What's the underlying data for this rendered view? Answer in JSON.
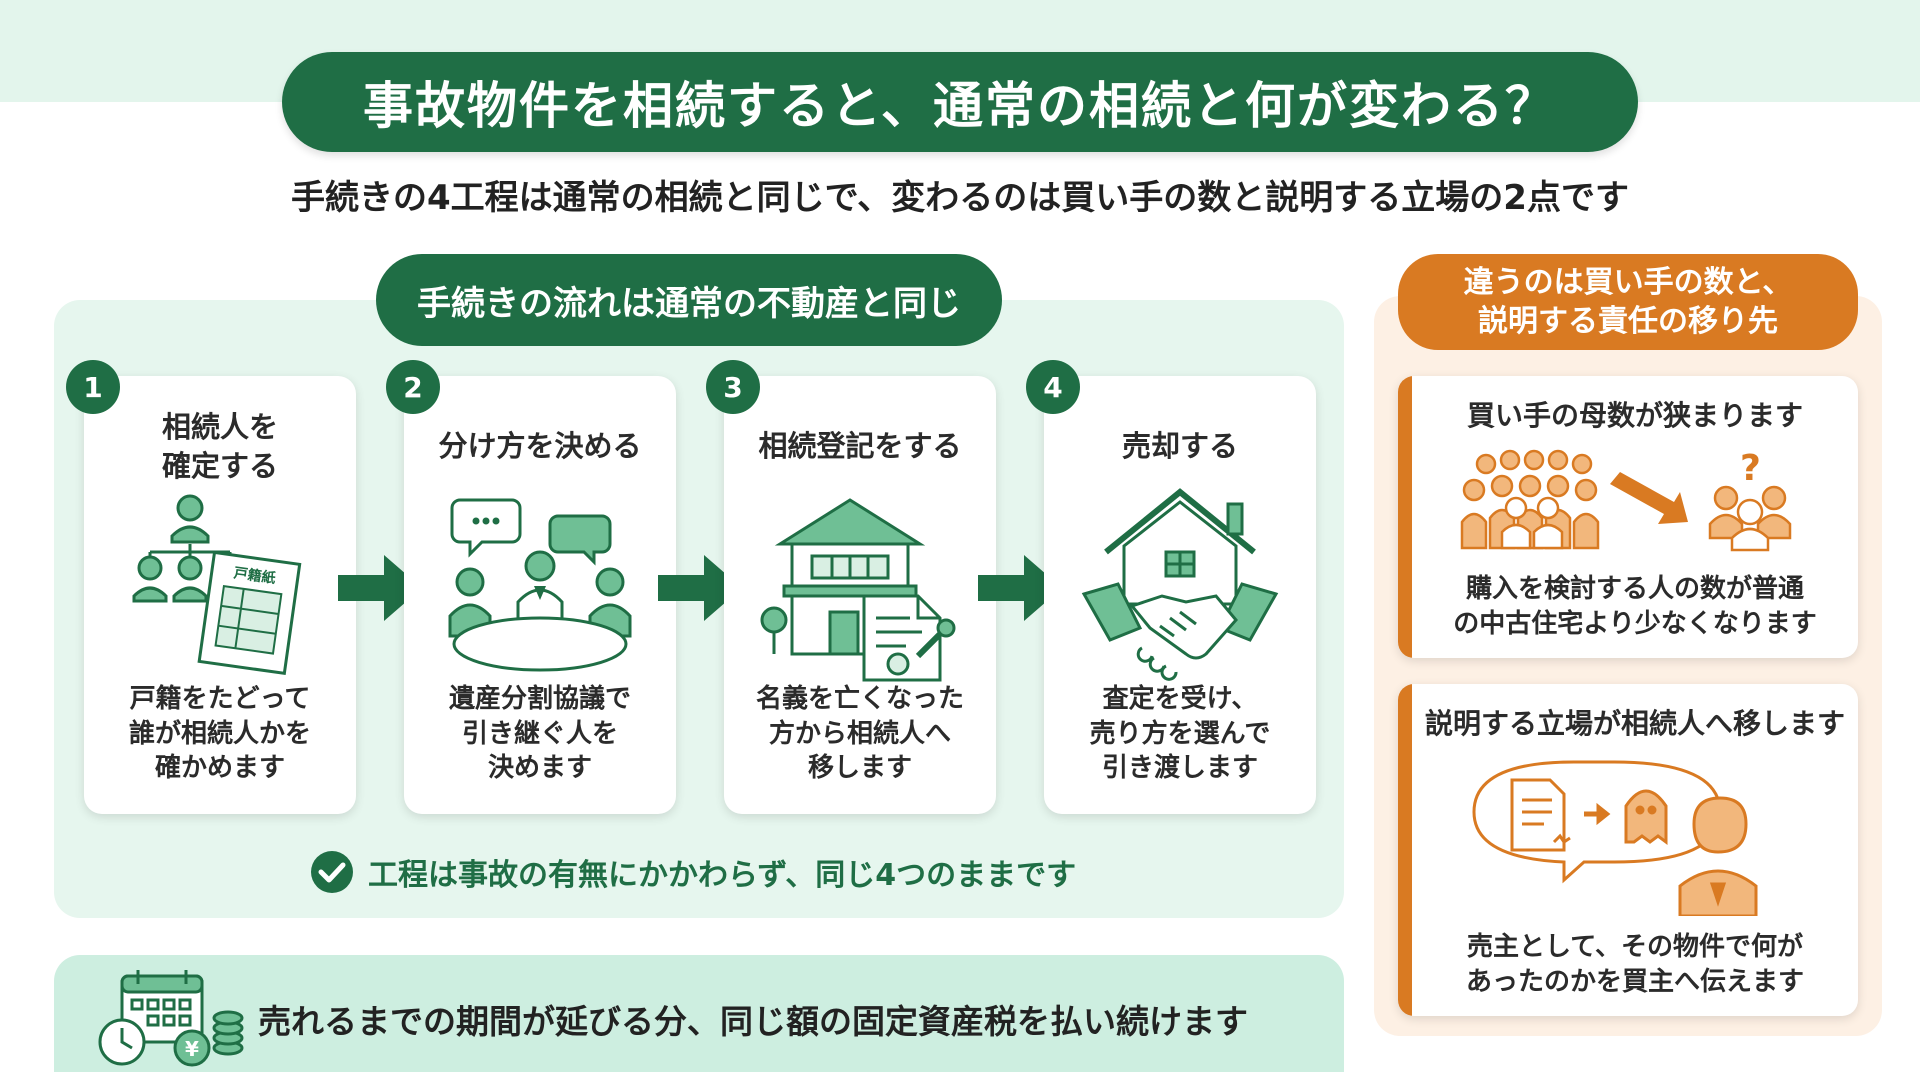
{
  "title": "事故物件を相続すると、通常の相続と何が変わる？",
  "subtitle": "手続きの4工程は通常の相続と同じで、変わるのは買い手の数と説明する立場の2点です",
  "flow": {
    "heading": "手続きの流れは通常の不動産と同じ",
    "steps": [
      {
        "number": "1",
        "title": "相続人を\n確定する",
        "desc": "戸籍をたどって\n誰が相続人かを\n確かめます",
        "icon": "family-tree-document-icon",
        "doc_label": "戸籍紙"
      },
      {
        "number": "2",
        "title": "分け方を決める",
        "desc": "遺産分割協議で\n引き継ぐ人を\n決めます",
        "icon": "meeting-table-icon"
      },
      {
        "number": "3",
        "title": "相続登記をする",
        "desc": "名義を亡くなった\n方から相続人へ\n移します",
        "icon": "house-registration-document-icon"
      },
      {
        "number": "4",
        "title": "売却する",
        "desc": "査定を受け、\n売り方を選んで\n引き渡します",
        "icon": "house-handshake-icon"
      }
    ],
    "note": "工程は事故の有無にかかわらず、同じ4つのままです"
  },
  "tax": {
    "text": "売れるまでの期間が延びる分、同じ額の固定資産税を払い続けます",
    "icon": "calendar-clock-yen-coins-icon"
  },
  "differences": {
    "heading_line1": "違うのは買い手の数と、",
    "heading_line2": "説明する責任の移り先",
    "cards": [
      {
        "title": "買い手の母数が狭まります",
        "desc": "購入を検討する人の数が普通\nの中古住宅より少なくなります",
        "icon": "crowd-to-few-people-icon"
      },
      {
        "title": "説明する立場が相続人へ移します",
        "desc": "売主として、その物件で何が\nあったのかを買主へ伝えます",
        "icon": "speech-document-ghost-icon"
      }
    ]
  },
  "colors": {
    "green_dark": "#1f6e45",
    "green_icon": "#3a9a68",
    "green_light": "#e6f6ee",
    "orange": "#d97a22",
    "orange_light": "#fdf0e4"
  }
}
